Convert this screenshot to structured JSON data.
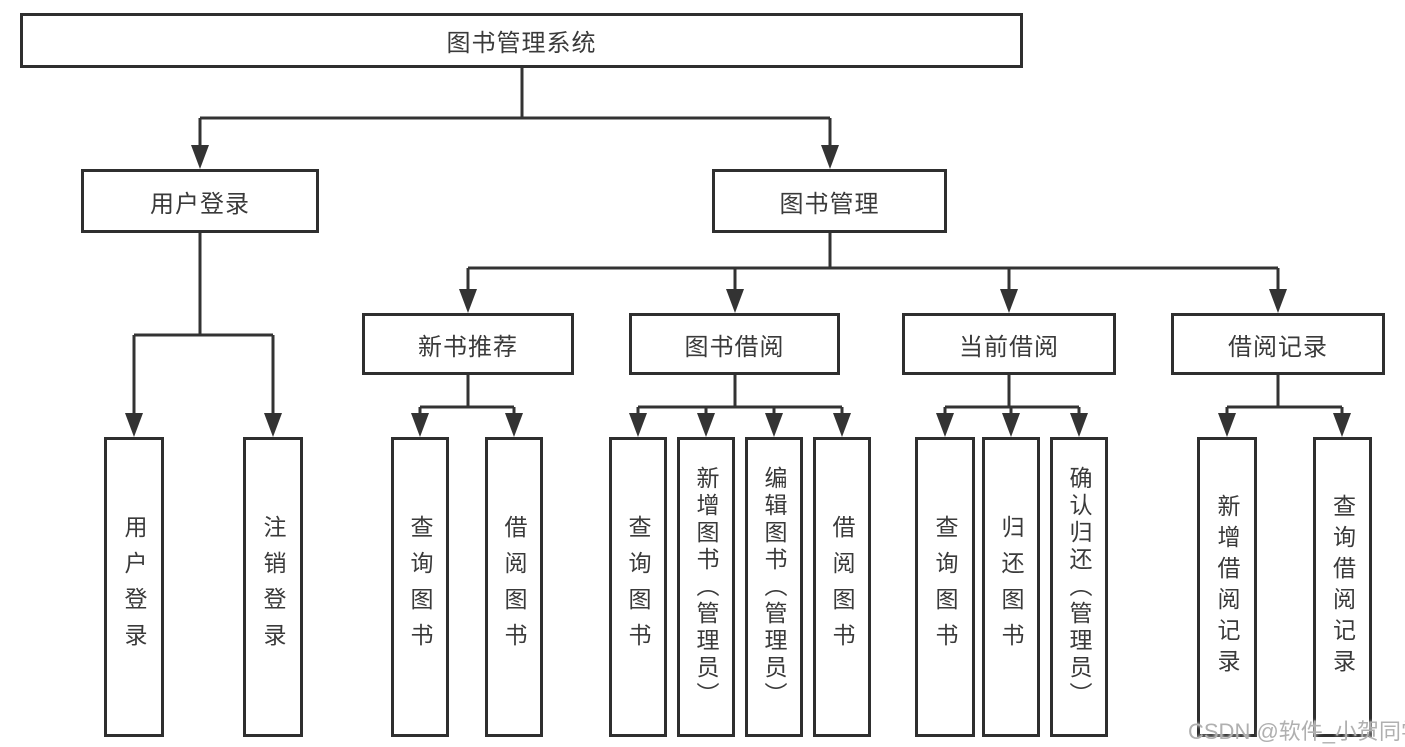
{
  "diagram": {
    "root": {
      "label": "图书管理系统"
    },
    "branches": [
      {
        "label": "用户登录",
        "children": [
          {
            "label": "用户登录"
          },
          {
            "label": "注销登录"
          }
        ]
      },
      {
        "label": "图书管理",
        "children": [
          {
            "label": "新书推荐",
            "children": [
              {
                "label": "查询图书"
              },
              {
                "label": "借阅图书"
              }
            ]
          },
          {
            "label": "图书借阅",
            "children": [
              {
                "label": "查询图书"
              },
              {
                "label": "新增图书（管理员）"
              },
              {
                "label": "编辑图书（管理员）"
              },
              {
                "label": "借阅图书"
              }
            ]
          },
          {
            "label": "当前借阅",
            "children": [
              {
                "label": "查询图书"
              },
              {
                "label": "归还图书"
              },
              {
                "label": "确认归还（管理员）"
              }
            ]
          },
          {
            "label": "借阅记录",
            "children": [
              {
                "label": "新增借阅记录"
              },
              {
                "label": "查询借阅记录"
              }
            ]
          }
        ]
      }
    ]
  },
  "watermark": "CSDN @软件_小贺同学",
  "colors": {
    "line": "#333333",
    "border": "#2f2f2f",
    "text": "#3a3a3a",
    "watermark": "#b0b0b0"
  }
}
